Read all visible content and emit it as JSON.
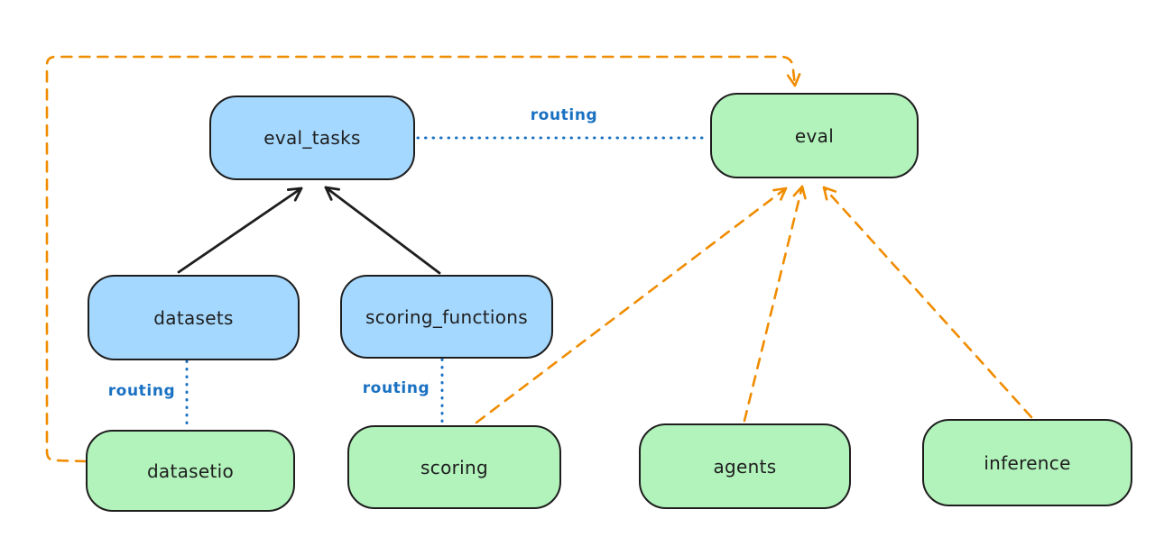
{
  "diagram": {
    "nodes": [
      {
        "id": "eval_tasks",
        "label": "eval_tasks",
        "kind": "registry"
      },
      {
        "id": "eval",
        "label": "eval",
        "kind": "api"
      },
      {
        "id": "datasets",
        "label": "datasets",
        "kind": "registry"
      },
      {
        "id": "scoring_functions",
        "label": "scoring_functions",
        "kind": "registry"
      },
      {
        "id": "datasetio",
        "label": "datasetio",
        "kind": "api"
      },
      {
        "id": "scoring",
        "label": "scoring",
        "kind": "api"
      },
      {
        "id": "agents",
        "label": "agents",
        "kind": "api"
      },
      {
        "id": "inference",
        "label": "inference",
        "kind": "api"
      }
    ],
    "edges": [
      {
        "from": "datasets",
        "to": "eval_tasks",
        "style": "solid-arrow",
        "label": ""
      },
      {
        "from": "scoring_functions",
        "to": "eval_tasks",
        "style": "solid-arrow",
        "label": ""
      },
      {
        "from": "eval_tasks",
        "to": "eval",
        "style": "dotted",
        "label": "routing"
      },
      {
        "from": "datasets",
        "to": "datasetio",
        "style": "dotted",
        "label": "routing"
      },
      {
        "from": "scoring_functions",
        "to": "scoring",
        "style": "dotted",
        "label": "routing"
      },
      {
        "from": "datasetio",
        "to": "eval",
        "style": "dashed-arrow",
        "label": ""
      },
      {
        "from": "scoring",
        "to": "eval",
        "style": "dashed-arrow",
        "label": ""
      },
      {
        "from": "agents",
        "to": "eval",
        "style": "dashed-arrow",
        "label": ""
      },
      {
        "from": "inference",
        "to": "eval",
        "style": "dashed-arrow",
        "label": ""
      }
    ],
    "edge_labels": [
      {
        "id": "routing-eval-tasks-to-eval",
        "label": "routing"
      },
      {
        "id": "routing-datasets-to-datasetio",
        "label": "routing"
      },
      {
        "id": "routing-scoring-functions-to-scoring",
        "label": "routing"
      }
    ]
  },
  "colors": {
    "node_blue_fill": "#a5d8ff",
    "node_green_fill": "#b2f2bb",
    "stroke": "#1e1e1e",
    "routing_blue": "#1971c2",
    "provider_orange": "#f08c00",
    "background": "#ffffff"
  }
}
